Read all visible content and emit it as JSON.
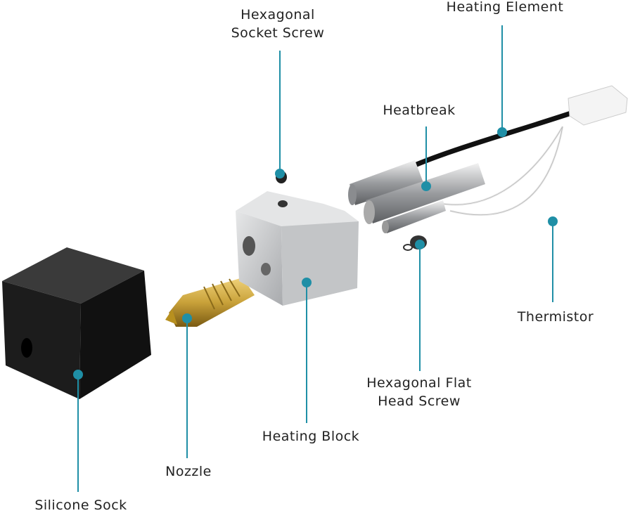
{
  "colors": {
    "leader": "#1f8fa6",
    "brass": "#c9a23a",
    "aluminum": "#c9cbcd",
    "sock": "#1c1c1c"
  },
  "labels": {
    "hex_socket_screw": {
      "line1": "Hexagonal",
      "line2": "Socket Screw"
    },
    "heating_element": "Heating Element",
    "heatbreak": "Heatbreak",
    "thermistor": "Thermistor",
    "hex_flat_head_screw": {
      "line1": "Hexagonal Flat",
      "line2": "Head Screw"
    },
    "heating_block": "Heating Block",
    "nozzle": "Nozzle",
    "silicone_sock": "Silicone Sock"
  }
}
